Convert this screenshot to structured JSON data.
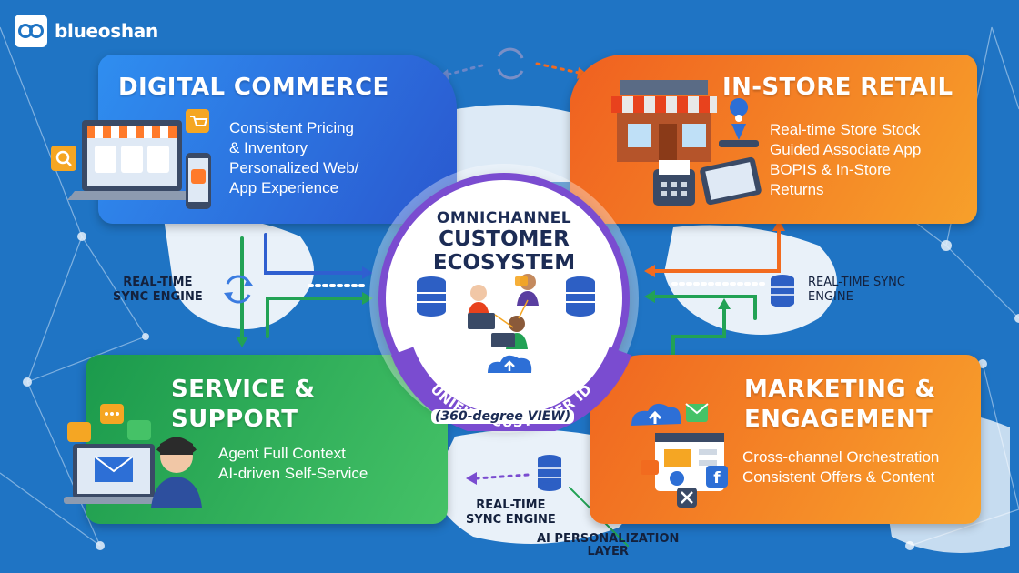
{
  "brand": {
    "name": "blueoshan"
  },
  "hub": {
    "line1": "OMNICHANNEL",
    "line2": "CUSTOMER",
    "line3": "ECOSYSTEM",
    "unified_id": "UNIFIED CUSTOMER ID",
    "view": "(360-degree VIEW)"
  },
  "cards": {
    "digital": {
      "title": "DIGITAL COMMERCE",
      "items": [
        "Consistent Pricing",
        "& Inventory",
        "Personalized Web/",
        "App Experience"
      ],
      "color": "#2f6fe0"
    },
    "store": {
      "title": "IN-STORE RETAIL",
      "items": [
        "Real-time Store Stock",
        "Guided Associate App",
        "BOPIS & In-Store",
        "Returns"
      ],
      "color": "#f26b1f"
    },
    "service": {
      "title_line1": "SERVICE &",
      "title_line2": "SUPPORT",
      "items": [
        "Agent Full Context",
        "AI-driven Self-Service"
      ],
      "color": "#22a255"
    },
    "marketing": {
      "title_line1": "MARKETING &",
      "title_line2": "ENGAGEMENT",
      "items": [
        "Cross-channel Orchestration",
        "Consistent Offers & Content"
      ],
      "color": "#f47a22"
    }
  },
  "connectors": {
    "left": {
      "line1": "REAL-TIME",
      "line2": "SYNC ENGINE"
    },
    "right": {
      "line1": "REAL-TIME SYNC",
      "line2": "ENGINE"
    },
    "bottom": {
      "line1": "REAL-TIME",
      "line2": "SYNC ENGINE"
    },
    "ai": {
      "line1": "AI PERSONALIZATION",
      "line2": "LAYER"
    }
  },
  "colors": {
    "background": "#1f74c4",
    "hub_ring": "#7a4cd0",
    "arrow_blue": "#2f5fd0",
    "arrow_green": "#22a255",
    "arrow_orange": "#f26b1f"
  }
}
